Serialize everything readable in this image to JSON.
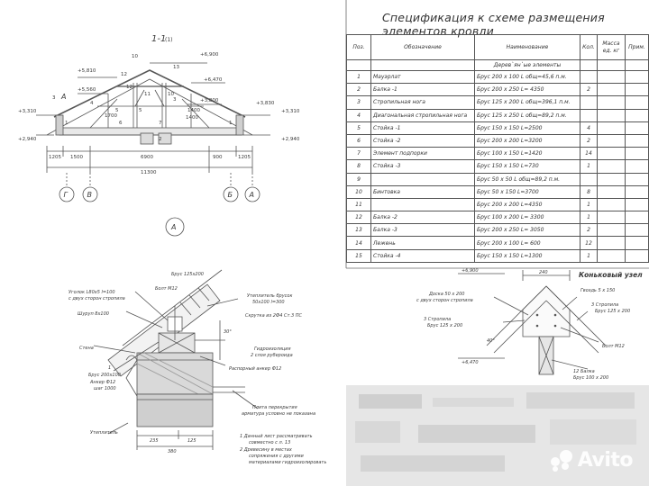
{
  "section": {
    "title": "1-1",
    "title_suffix": "(1)",
    "elevations": [
      "+6,900",
      "+5,810",
      "+5,560",
      "+6,470",
      "+3,800",
      "+3,310",
      "+2,940",
      "+3,830",
      "+3,310",
      "+2,940"
    ],
    "dims": [
      "12",
      "13",
      "10",
      "12",
      "11",
      "4",
      "1700",
      "5",
      "5",
      "3",
      "10",
      "1400",
      "1400",
      "6",
      "7",
      "1",
      "2",
      "1",
      "3"
    ],
    "bottom_dims": [
      "1205",
      "1500",
      "6900",
      "900",
      "1205"
    ],
    "total_dim": "11300",
    "axes": [
      "Г",
      "В",
      "Б",
      "А"
    ],
    "node_label": "A",
    "side_label": "A"
  },
  "detail_a": {
    "labels": [
      "Брус 125х200",
      "Болт М12",
      "Уголок  L80х5 l=100",
      "с двух сторон стропила",
      "Шуруп 8х100",
      "Стена",
      "1",
      "Брус 200х100",
      "Анкер Ф12",
      "шаг 1000",
      "Утеплитель",
      "Утеплитель брусок",
      "50х100 l=300",
      "Скрутка из 2Ф4 Ст.3 ПС",
      "Гидроизоляция",
      "2 слоя рубероида",
      "Распорный анкер Ф12",
      "Плита перекрытия",
      "арматура условно не показана",
      "30°"
    ],
    "dims": [
      "235",
      "125",
      "380"
    ],
    "notes": [
      "1  Данный лист рассматривать",
      "совместно с л. 13",
      "2  Древесину в местах",
      "сопряжения с другими",
      "материалами гидроизолировать"
    ]
  },
  "spec": {
    "title": "Спецификация к схеме размещения элементов кровли",
    "headers": [
      "Поз.",
      "Обозначение",
      "Наименование",
      "Кол.",
      "Масса ед. кг",
      "Прим."
    ],
    "section_label": "Дерев`ян`ые элементы",
    "rows": [
      {
        "pos": "1",
        "label": "Мауэрлат",
        "name": "Брус 200 х 100  L общ=45,6  п.м.",
        "qty": ""
      },
      {
        "pos": "2",
        "label": "Балка -1",
        "name": "Брус 200 х 250  L= 4350",
        "qty": "2"
      },
      {
        "pos": "3",
        "label": "Стропильная нога",
        "name": "Брус 125 х 200  L общ=396,1  п.м.",
        "qty": ""
      },
      {
        "pos": "4",
        "label": "Диагональная стропильная нога",
        "name": "Брус 125 х 250  L общ=89,2  п.м.",
        "qty": ""
      },
      {
        "pos": "5",
        "label": "Стойка -1",
        "name": "Брус 150 х 150  L=2500",
        "qty": "4"
      },
      {
        "pos": "6",
        "label": "Стойка -2",
        "name": "Брус 200 х 200  L=3200",
        "qty": "2"
      },
      {
        "pos": "7",
        "label": "Элемент подпорки",
        "name": "Брус 100 х 150  L=1420",
        "qty": "14"
      },
      {
        "pos": "8",
        "label": "Стойка -3",
        "name": "Брус 150 х 150  L=730",
        "qty": "1"
      },
      {
        "pos": "9",
        "label": "",
        "name": "Брус 50 х 50  L общ=89,2  п.м.",
        "qty": ""
      },
      {
        "pos": "10",
        "label": "Бинтовка",
        "name": "Брус 50 х 150  L=3700",
        "qty": "8"
      },
      {
        "pos": "11",
        "label": "",
        "name": "Брус 200 х 200  L=4350",
        "qty": "1"
      },
      {
        "pos": "12",
        "label": "Балка -2",
        "name": "Брус 100 х 200  L= 3300",
        "qty": "1"
      },
      {
        "pos": "13",
        "label": "Балка -3",
        "name": "Брус 200 х 250  L= 3050",
        "qty": "2"
      },
      {
        "pos": "14",
        "label": "Лежень",
        "name": "Брус 200 х 100  L= 600",
        "qty": "12"
      },
      {
        "pos": "15",
        "label": "Стойка -4",
        "name": "Брус 150 х 150  L=1300",
        "qty": "1"
      }
    ]
  },
  "ridge": {
    "title": "Коньковый узел",
    "labels": [
      "+6,900",
      "240",
      "Гвоздь  5 х 150",
      "Доска  50 х 200",
      "с двух сторон стропила",
      "3  Стропила",
      "Брус  125 х 200",
      "3  Стропила",
      "Брус  125 х 200",
      "Болт М12",
      "12  Балка",
      "Брус  100 х 200",
      "+6,470",
      "40°"
    ]
  },
  "watermark": "Avito"
}
